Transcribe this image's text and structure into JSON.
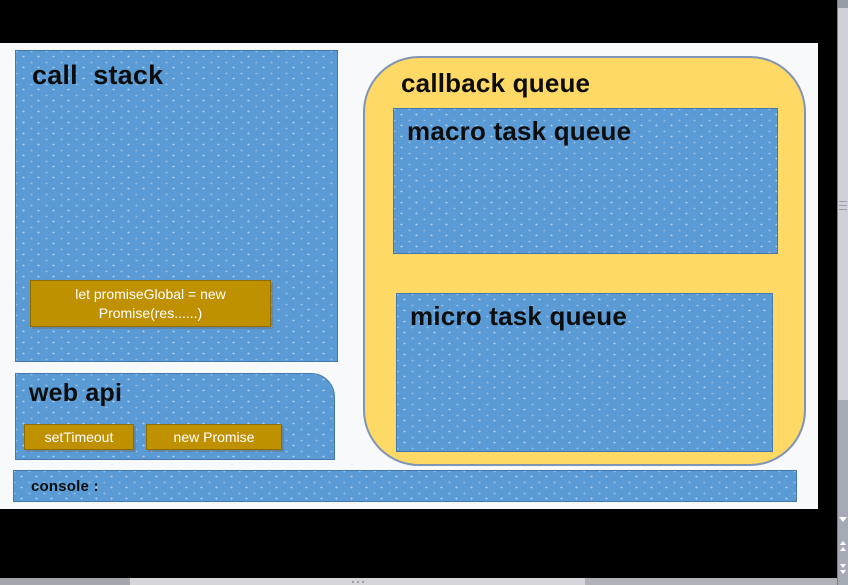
{
  "slide": {
    "call_stack": {
      "title": "call  stack",
      "promise_button": {
        "line1": "let promiseGlobal = new",
        "line2": "Promise(res......)"
      }
    },
    "web_api": {
      "title": "web api",
      "buttons": [
        {
          "label": "setTimeout"
        },
        {
          "label": "new Promise"
        }
      ]
    },
    "callback_queue": {
      "title": "callback queue",
      "macro_task_queue": {
        "title": "macro task queue"
      },
      "micro_task_queue": {
        "title": "micro task queue"
      }
    },
    "console": {
      "label": "console :"
    }
  },
  "icons": {
    "scroll_down": "triangle-down",
    "previous_slide": "double-triangle-up",
    "next_slide": "double-triangle-down"
  },
  "colors": {
    "box_blue": "#5b9bd5",
    "box_blue_border": "#4577ac",
    "panel_yellow": "#ffd966",
    "panel_yellow_border": "#7f95b5",
    "button_gold": "#bf9000",
    "button_text": "#ffffff",
    "slide_bg": "#f8f9fb",
    "frame_black": "#000000",
    "scrollbar_track": "#a6aab5",
    "scrollbar_thumb": "#ced1d7"
  }
}
